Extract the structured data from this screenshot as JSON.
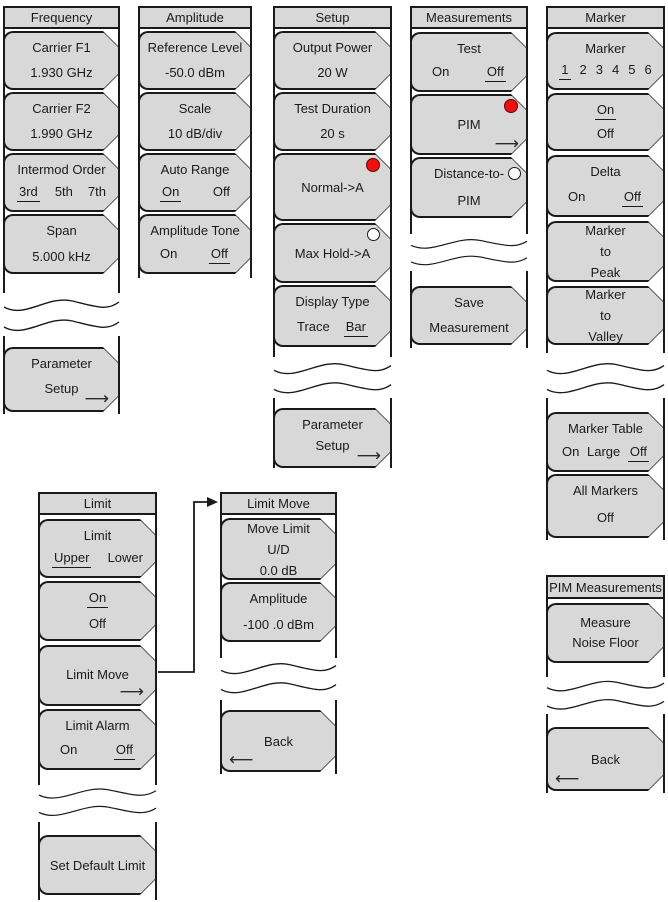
{
  "colors": {
    "button_fill": "#d8d8d8",
    "outline": "#1a1a1a",
    "selected_dot": "#ee1111",
    "page_bg": "#ffffff"
  },
  "icons": {
    "arrow_right": "⟶",
    "arrow_left": "⟵"
  },
  "menus": {
    "frequency": {
      "title": "Frequency",
      "carrier_f1": {
        "label": "Carrier F1",
        "value": "1.930 GHz"
      },
      "carrier_f2": {
        "label": "Carrier F2",
        "value": "1.990 GHz"
      },
      "intermod_order": {
        "label": "Intermod Order",
        "opt1": "3rd",
        "opt2": "5th",
        "opt3": "7th",
        "selected": "3rd"
      },
      "span": {
        "label": "Span",
        "value": "5.000 kHz"
      },
      "parameter_setup": {
        "line1": "Parameter",
        "line2": "Setup"
      }
    },
    "amplitude": {
      "title": "Amplitude",
      "reference_level": {
        "label": "Reference Level",
        "value": "-50.0 dBm"
      },
      "scale": {
        "label": "Scale",
        "value": "10 dB/div"
      },
      "auto_range": {
        "label": "Auto Range",
        "on": "On",
        "off": "Off",
        "selected": "On"
      },
      "amplitude_tone": {
        "label": "Amplitude Tone",
        "on": "On",
        "off": "Off",
        "selected": "Off"
      }
    },
    "setup": {
      "title": "Setup",
      "output_power": {
        "label": "Output Power",
        "value": "20 W"
      },
      "test_duration": {
        "label": "Test Duration",
        "value": "20 s"
      },
      "normal_to_a": {
        "label": "Normal->A",
        "state": "selected"
      },
      "max_hold_to_a": {
        "label": "Max Hold->A",
        "state": "unselected"
      },
      "display_type": {
        "label": "Display Type",
        "opt1": "Trace",
        "opt2": "Bar",
        "selected": "Bar"
      },
      "parameter_setup": {
        "line1": "Parameter",
        "line2": "Setup"
      }
    },
    "measurements": {
      "title": "Measurements",
      "test": {
        "label": "Test",
        "on": "On",
        "off": "Off",
        "selected": "Off"
      },
      "pim": {
        "label": "PIM",
        "state": "selected"
      },
      "distance_to_pim": {
        "line1": "Distance-to-",
        "line2": "PIM",
        "state": "unselected"
      },
      "save_measurement": {
        "line1": "Save",
        "line2": "Measurement"
      }
    },
    "marker": {
      "title": "Marker",
      "select": {
        "label": "Marker",
        "digits": [
          "1",
          "2",
          "3",
          "4",
          "5",
          "6"
        ],
        "selected": "1"
      },
      "on_off": {
        "on": "On",
        "off": "Off",
        "selected": "On"
      },
      "delta": {
        "label": "Delta",
        "on": "On",
        "off": "Off",
        "selected": "Off"
      },
      "to_peak": {
        "line1": "Marker",
        "line2": "to",
        "line3": "Peak"
      },
      "to_valley": {
        "line1": "Marker",
        "line2": "to",
        "line3": "Valley"
      },
      "marker_table": {
        "label": "Marker Table",
        "opt1": "On",
        "opt2": "Large",
        "opt3": "Off",
        "selected": "Off"
      },
      "all_markers": {
        "label": "All Markers",
        "value": "Off"
      }
    },
    "limit": {
      "title": "Limit",
      "limit": {
        "label": "Limit",
        "opt1": "Upper",
        "opt2": "Lower",
        "selected": "Upper"
      },
      "on_off": {
        "on": "On",
        "off": "Off",
        "selected": "On"
      },
      "limit_move": {
        "label": "Limit Move"
      },
      "limit_alarm": {
        "label": "Limit Alarm",
        "on": "On",
        "off": "Off",
        "selected": "Off"
      },
      "set_default": {
        "label": "Set Default Limit"
      }
    },
    "limit_move": {
      "title": "Limit Move",
      "move_limit": {
        "line1": "Move Limit",
        "line2": "U/D",
        "line3": "0.0 dB"
      },
      "amplitude": {
        "label": "Amplitude",
        "value": "-100 .0 dBm"
      },
      "back": {
        "label": "Back"
      }
    },
    "pim_measurements": {
      "title": "PIM Measurements",
      "measure_noise_floor": {
        "line1": "Measure",
        "line2": "Noise Floor"
      },
      "back": {
        "label": "Back"
      }
    }
  }
}
